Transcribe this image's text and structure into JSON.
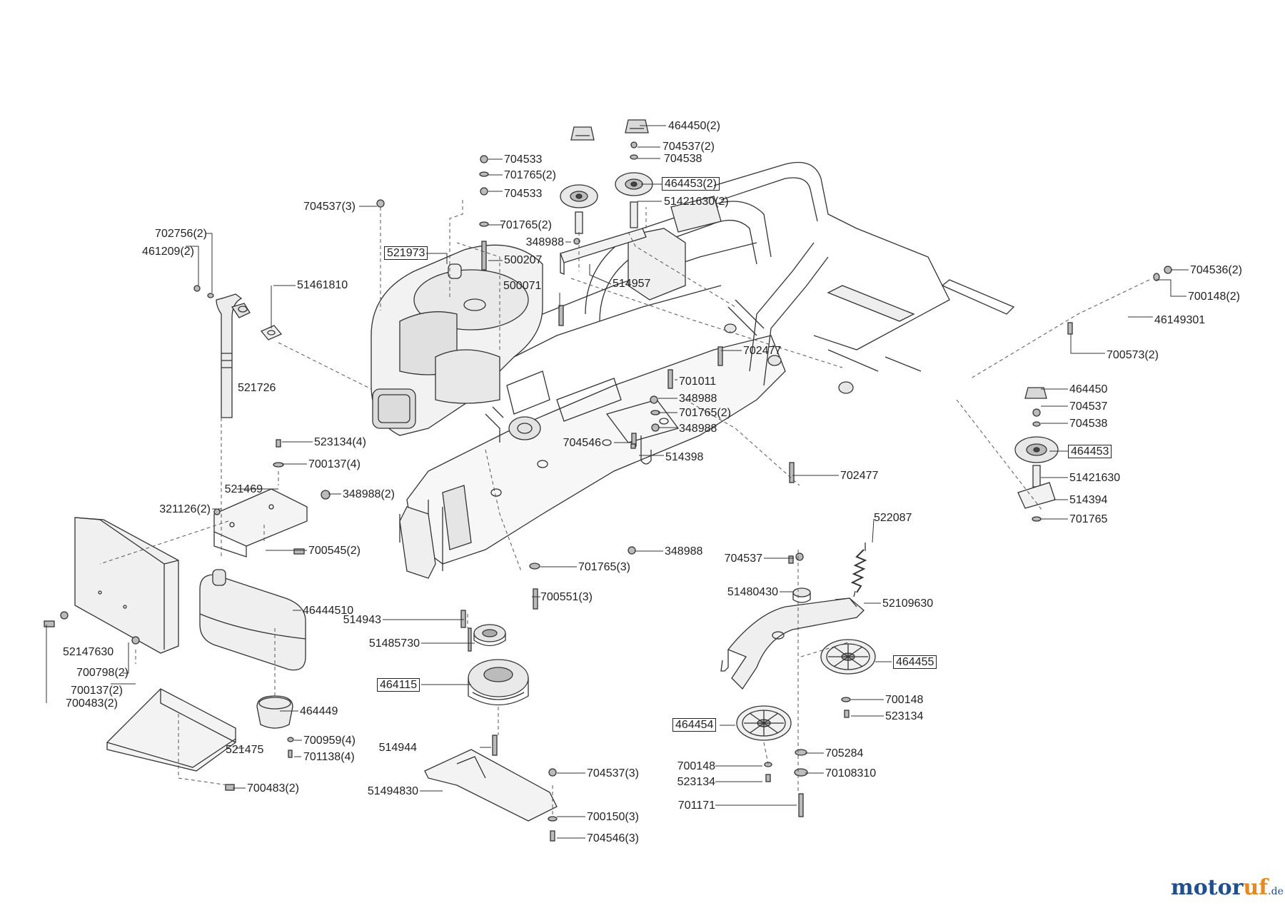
{
  "colors": {
    "line": "#333333",
    "part_fill": "#f4f4f4",
    "shade": "#d8d8d8",
    "brand_blue": "#1f4f8f",
    "brand_orange": "#e8891b"
  },
  "labels": {
    "p464450_2": "464450(2)",
    "p704537_2": "704537(2)",
    "p704538_top": "704538",
    "p464453_2": "464453(2)",
    "p51421630_2": "51421630(2)",
    "p704533_a": "704533",
    "p701765_2a": "701765(2)",
    "p704533_b": "704533",
    "p704537_3": "704537(3)",
    "p701765_2b": "701765(2)",
    "p348988_top": "348988",
    "p500207": "500207",
    "p521973": "521973",
    "p514957": "514957",
    "p500071": "500071",
    "p702756_2": "702756(2)",
    "p461209_2": "461209(2)",
    "p51461810": "51461810",
    "p704536_2": "704536(2)",
    "p700148_2": "700148(2)",
    "p46149301": "46149301",
    "p700573_2": "700573(2)",
    "p702477_a": "702477",
    "p701011": "701011",
    "p348988_b": "348988",
    "p701765_2c": "701765(2)",
    "p348988_c": "348988",
    "p521726": "521726",
    "p704546": "704546",
    "p514398": "514398",
    "p464450": "464450",
    "p704537_r": "704537",
    "p704538_r": "704538",
    "p464453": "464453",
    "p51421630": "51421630",
    "p514394": "514394",
    "p701765_r": "701765",
    "p523134_4": "523134(4)",
    "p700137_4": "700137(4)",
    "p702477_b": "702477",
    "p521469": "521469",
    "p348988_2": "348988(2)",
    "p321126_2": "321126(2)",
    "p700545_2": "700545(2)",
    "p522087": "522087",
    "p348988_d": "348988",
    "p704537_c": "704537",
    "p701765_3": "701765(3)",
    "p46444510": "46444510",
    "p51480430": "51480430",
    "p700551_3": "700551(3)",
    "p52109630": "52109630",
    "p514943": "514943",
    "p51485730": "51485730",
    "p52147630": "52147630",
    "p464455": "464455",
    "p700798_2": "700798(2)",
    "p700137_2": "700137(2)",
    "p464115": "464115",
    "p700483_2a": "700483(2)",
    "p700148_a": "700148",
    "p523134_a": "523134",
    "p464449": "464449",
    "p464454": "464454",
    "p700959_4": "700959(4)",
    "p521475": "521475",
    "p701138_4": "701138(4)",
    "p514944": "514944",
    "p705284": "705284",
    "p700148_b": "700148",
    "p70108310": "70108310",
    "p523134_b": "523134",
    "p704537_3b": "704537(3)",
    "p51494830": "51494830",
    "p700483_2b": "700483(2)",
    "p700150_3": "700150(3)",
    "p701171": "701171",
    "p704546_3": "704546(3)"
  },
  "brand": {
    "name_a": "motor",
    "name_b": "uf",
    "domain": ".de"
  }
}
